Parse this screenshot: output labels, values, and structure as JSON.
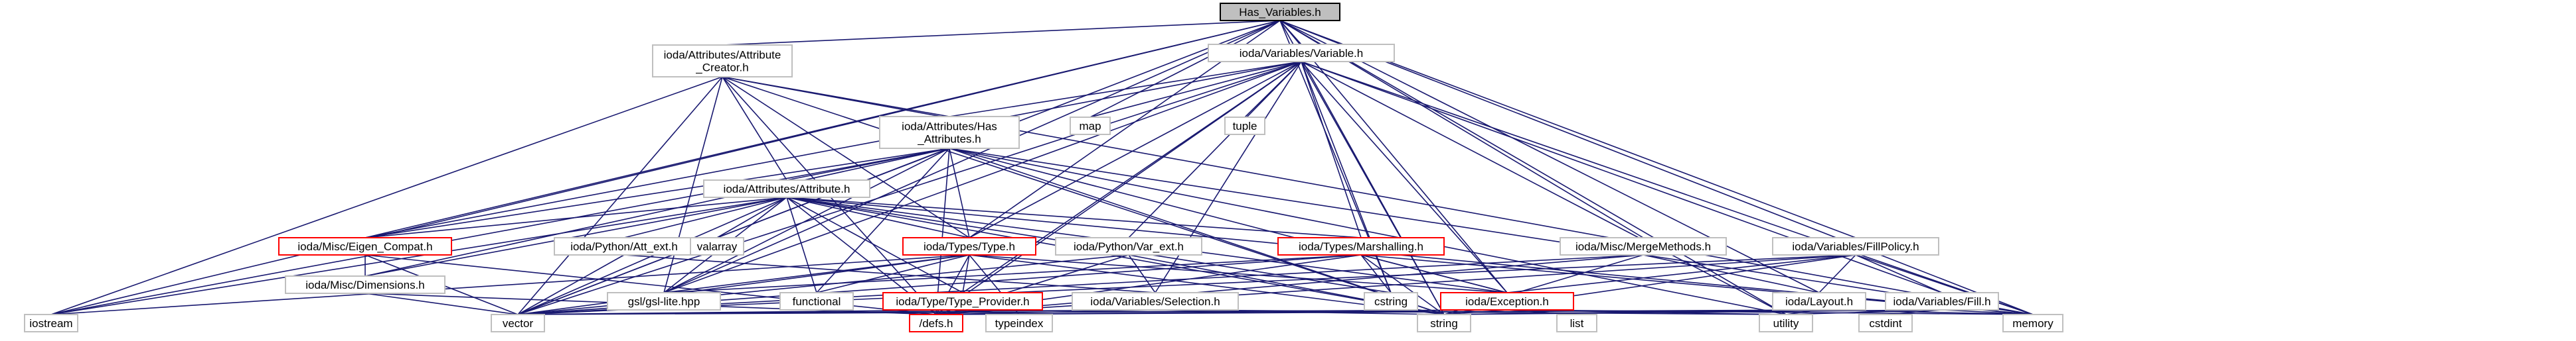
{
  "colors": {
    "edge": "#191970",
    "node_border": "#bfbfbf",
    "root_fill": "#bfbfbf",
    "warn_border": "#ff0000"
  },
  "nodes": [
    {
      "id": "has_variables",
      "lines": [
        "Has_Variables.h"
      ],
      "kind": "root"
    },
    {
      "id": "attr_creator",
      "lines": [
        "ioda/Attributes/Attribute",
        "_Creator.h"
      ],
      "kind": "normal"
    },
    {
      "id": "var_variable",
      "lines": [
        "ioda/Variables/Variable.h"
      ],
      "kind": "normal"
    },
    {
      "id": "attr_has",
      "lines": [
        "ioda/Attributes/Has",
        "_Attributes.h"
      ],
      "kind": "normal"
    },
    {
      "id": "attr_attribute",
      "lines": [
        "ioda/Attributes/Attribute.h"
      ],
      "kind": "normal"
    },
    {
      "id": "map",
      "lines": [
        "map"
      ],
      "kind": "ext"
    },
    {
      "id": "tuple",
      "lines": [
        "tuple"
      ],
      "kind": "ext"
    },
    {
      "id": "eigen_compat",
      "lines": [
        "ioda/Misc/Eigen_Compat.h"
      ],
      "kind": "red"
    },
    {
      "id": "python_att",
      "lines": [
        "ioda/Python/Att_ext.h"
      ],
      "kind": "normal"
    },
    {
      "id": "valarray",
      "lines": [
        "valarray"
      ],
      "kind": "ext"
    },
    {
      "id": "types_type",
      "lines": [
        "ioda/Types/Type.h"
      ],
      "kind": "red"
    },
    {
      "id": "python_var",
      "lines": [
        "ioda/Python/Var_ext.h"
      ],
      "kind": "normal"
    },
    {
      "id": "marshalling",
      "lines": [
        "ioda/Types/Marshalling.h"
      ],
      "kind": "red"
    },
    {
      "id": "merge_methods",
      "lines": [
        "ioda/Misc/MergeMethods.h"
      ],
      "kind": "normal"
    },
    {
      "id": "fill_policy",
      "lines": [
        "ioda/Variables/FillPolicy.h"
      ],
      "kind": "normal"
    },
    {
      "id": "dimensions",
      "lines": [
        "ioda/Misc/Dimensions.h"
      ],
      "kind": "normal"
    },
    {
      "id": "gsl_lite",
      "lines": [
        "gsl/gsl-lite.hpp"
      ],
      "kind": "ext"
    },
    {
      "id": "functional",
      "lines": [
        "functional"
      ],
      "kind": "ext"
    },
    {
      "id": "type_provider",
      "lines": [
        "ioda/Type/Type_Provider.h"
      ],
      "kind": "red"
    },
    {
      "id": "selection",
      "lines": [
        "ioda/Variables/Selection.h"
      ],
      "kind": "normal"
    },
    {
      "id": "cstring",
      "lines": [
        "cstring"
      ],
      "kind": "ext"
    },
    {
      "id": "exception",
      "lines": [
        "ioda/Exception.h"
      ],
      "kind": "red"
    },
    {
      "id": "layout",
      "lines": [
        "ioda/Layout.h"
      ],
      "kind": "normal"
    },
    {
      "id": "var_fill",
      "lines": [
        "ioda/Variables/Fill.h"
      ],
      "kind": "normal"
    },
    {
      "id": "iostream",
      "lines": [
        "iostream"
      ],
      "kind": "ext"
    },
    {
      "id": "vector",
      "lines": [
        "vector"
      ],
      "kind": "ext"
    },
    {
      "id": "defs",
      "lines": [
        "/defs.h"
      ],
      "kind": "red"
    },
    {
      "id": "typeindex",
      "lines": [
        "typeindex"
      ],
      "kind": "ext"
    },
    {
      "id": "string",
      "lines": [
        "string"
      ],
      "kind": "ext"
    },
    {
      "id": "list",
      "lines": [
        "list"
      ],
      "kind": "ext"
    },
    {
      "id": "utility",
      "lines": [
        "utility"
      ],
      "kind": "ext"
    },
    {
      "id": "cstdint",
      "lines": [
        "cstdint"
      ],
      "kind": "ext"
    },
    {
      "id": "memory",
      "lines": [
        "memory"
      ],
      "kind": "ext"
    }
  ],
  "edges": [
    [
      "has_variables",
      "attr_creator"
    ],
    [
      "has_variables",
      "var_variable"
    ],
    [
      "has_variables",
      "map"
    ],
    [
      "has_variables",
      "types_type"
    ],
    [
      "has_variables",
      "eigen_compat"
    ],
    [
      "has_variables",
      "merge_methods"
    ],
    [
      "has_variables",
      "fill_policy"
    ],
    [
      "has_variables",
      "exception"
    ],
    [
      "has_variables",
      "cstring"
    ],
    [
      "has_variables",
      "iostream"
    ],
    [
      "has_variables",
      "vector"
    ],
    [
      "has_variables",
      "string"
    ],
    [
      "has_variables",
      "memory"
    ],
    [
      "has_variables",
      "utility"
    ],
    [
      "has_variables",
      "gsl_lite"
    ],
    [
      "has_variables",
      "layout"
    ],
    [
      "attr_creator",
      "attr_has"
    ],
    [
      "attr_creator",
      "attr_attribute"
    ],
    [
      "attr_creator",
      "types_type"
    ],
    [
      "attr_creator",
      "iostream"
    ],
    [
      "attr_creator",
      "vector"
    ],
    [
      "attr_creator",
      "string"
    ],
    [
      "attr_creator",
      "defs"
    ],
    [
      "attr_creator",
      "gsl_lite"
    ],
    [
      "attr_creator",
      "memory"
    ],
    [
      "var_variable",
      "attr_has"
    ],
    [
      "var_variable",
      "map"
    ],
    [
      "var_variable",
      "tuple"
    ],
    [
      "var_variable",
      "types_type"
    ],
    [
      "var_variable",
      "eigen_compat"
    ],
    [
      "var_variable",
      "python_var"
    ],
    [
      "var_variable",
      "marshalling"
    ],
    [
      "var_variable",
      "selection"
    ],
    [
      "var_variable",
      "exception"
    ],
    [
      "var_variable",
      "cstring"
    ],
    [
      "var_variable",
      "string"
    ],
    [
      "var_variable",
      "vector"
    ],
    [
      "var_variable",
      "memory"
    ],
    [
      "var_variable",
      "gsl_lite"
    ],
    [
      "var_variable",
      "type_provider"
    ],
    [
      "var_variable",
      "defs"
    ],
    [
      "var_variable",
      "utility"
    ],
    [
      "var_variable",
      "var_fill"
    ],
    [
      "attr_has",
      "attr_attribute"
    ],
    [
      "attr_has",
      "types_type"
    ],
    [
      "attr_has",
      "eigen_compat"
    ],
    [
      "attr_has",
      "dimensions"
    ],
    [
      "attr_has",
      "gsl_lite"
    ],
    [
      "attr_has",
      "functional"
    ],
    [
      "attr_has",
      "vector"
    ],
    [
      "attr_has",
      "string"
    ],
    [
      "attr_has",
      "defs"
    ],
    [
      "attr_has",
      "exception"
    ],
    [
      "attr_has",
      "iostream"
    ],
    [
      "attr_has",
      "memory"
    ],
    [
      "attr_has",
      "utility"
    ],
    [
      "attr_attribute",
      "eigen_compat"
    ],
    [
      "attr_attribute",
      "python_att"
    ],
    [
      "attr_attribute",
      "valarray"
    ],
    [
      "attr_attribute",
      "types_type"
    ],
    [
      "attr_attribute",
      "marshalling"
    ],
    [
      "attr_attribute",
      "dimensions"
    ],
    [
      "attr_attribute",
      "gsl_lite"
    ],
    [
      "attr_attribute",
      "functional"
    ],
    [
      "attr_attribute",
      "type_provider"
    ],
    [
      "attr_attribute",
      "exception"
    ],
    [
      "attr_attribute",
      "vector"
    ],
    [
      "attr_attribute",
      "string"
    ],
    [
      "attr_attribute",
      "iostream"
    ],
    [
      "attr_attribute",
      "defs"
    ],
    [
      "attr_attribute",
      "cstring"
    ],
    [
      "attr_attribute",
      "memory"
    ],
    [
      "eigen_compat",
      "dimensions"
    ],
    [
      "eigen_compat",
      "vector"
    ],
    [
      "eigen_compat",
      "defs"
    ],
    [
      "python_att",
      "vector"
    ],
    [
      "python_att",
      "selection"
    ],
    [
      "types_type",
      "type_provider"
    ],
    [
      "types_type",
      "gsl_lite"
    ],
    [
      "types_type",
      "functional"
    ],
    [
      "types_type",
      "vector"
    ],
    [
      "types_type",
      "typeindex"
    ],
    [
      "types_type",
      "string"
    ],
    [
      "types_type",
      "defs"
    ],
    [
      "types_type",
      "exception"
    ],
    [
      "types_type",
      "iostream"
    ],
    [
      "python_var",
      "selection"
    ],
    [
      "python_var",
      "vector"
    ],
    [
      "python_var",
      "string"
    ],
    [
      "python_var",
      "defs"
    ],
    [
      "marshalling",
      "cstring"
    ],
    [
      "marshalling",
      "exception"
    ],
    [
      "marshalling",
      "gsl_lite"
    ],
    [
      "marshalling",
      "vector"
    ],
    [
      "marshalling",
      "string"
    ],
    [
      "marshalling",
      "defs"
    ],
    [
      "marshalling",
      "memory"
    ],
    [
      "merge_methods",
      "layout"
    ],
    [
      "merge_methods",
      "string"
    ],
    [
      "merge_methods",
      "vector"
    ],
    [
      "merge_methods",
      "defs"
    ],
    [
      "fill_policy",
      "exception"
    ],
    [
      "fill_policy",
      "var_fill"
    ],
    [
      "fill_policy",
      "layout"
    ],
    [
      "fill_policy",
      "string"
    ],
    [
      "fill_policy",
      "memory"
    ],
    [
      "fill_policy",
      "vector"
    ],
    [
      "fill_policy",
      "defs"
    ],
    [
      "dimensions",
      "vector"
    ],
    [
      "dimensions",
      "defs"
    ],
    [
      "type_provider",
      "defs"
    ],
    [
      "type_provider",
      "typeindex"
    ],
    [
      "type_provider",
      "vector"
    ],
    [
      "selection",
      "vector"
    ],
    [
      "selection",
      "string"
    ],
    [
      "selection",
      "defs"
    ],
    [
      "selection",
      "utility"
    ],
    [
      "exception",
      "string"
    ],
    [
      "exception",
      "list"
    ],
    [
      "exception",
      "utility"
    ],
    [
      "exception",
      "memory"
    ],
    [
      "exception",
      "defs"
    ],
    [
      "exception",
      "vector"
    ],
    [
      "layout",
      "string"
    ],
    [
      "layout",
      "utility"
    ],
    [
      "layout",
      "memory"
    ],
    [
      "layout",
      "defs"
    ],
    [
      "var_fill",
      "string"
    ],
    [
      "var_fill",
      "cstdint"
    ],
    [
      "var_fill",
      "memory"
    ],
    [
      "var_fill",
      "utility"
    ]
  ]
}
